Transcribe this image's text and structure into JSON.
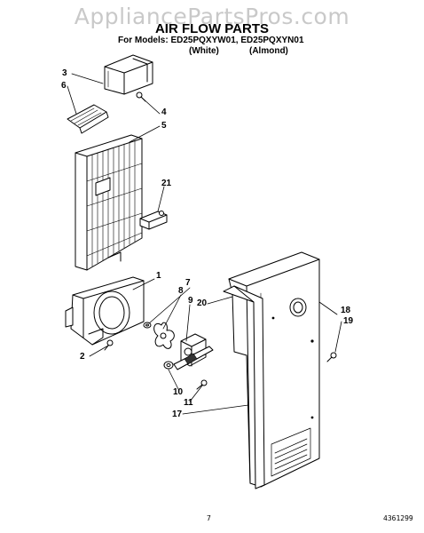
{
  "watermark": "AppliancePartsPros.com",
  "title": "AIR FLOW PARTS",
  "models_line": "For Models: ED25PQXYW01, ED25PQXYN01",
  "variant_white": "(White)",
  "variant_almond": "(Almond)",
  "callouts": [
    "1",
    "2",
    "3",
    "4",
    "5",
    "6",
    "7",
    "8",
    "9",
    "10",
    "11",
    "17",
    "18",
    "19",
    "20",
    "21"
  ],
  "page_number": "7",
  "doc_number": "4361299"
}
